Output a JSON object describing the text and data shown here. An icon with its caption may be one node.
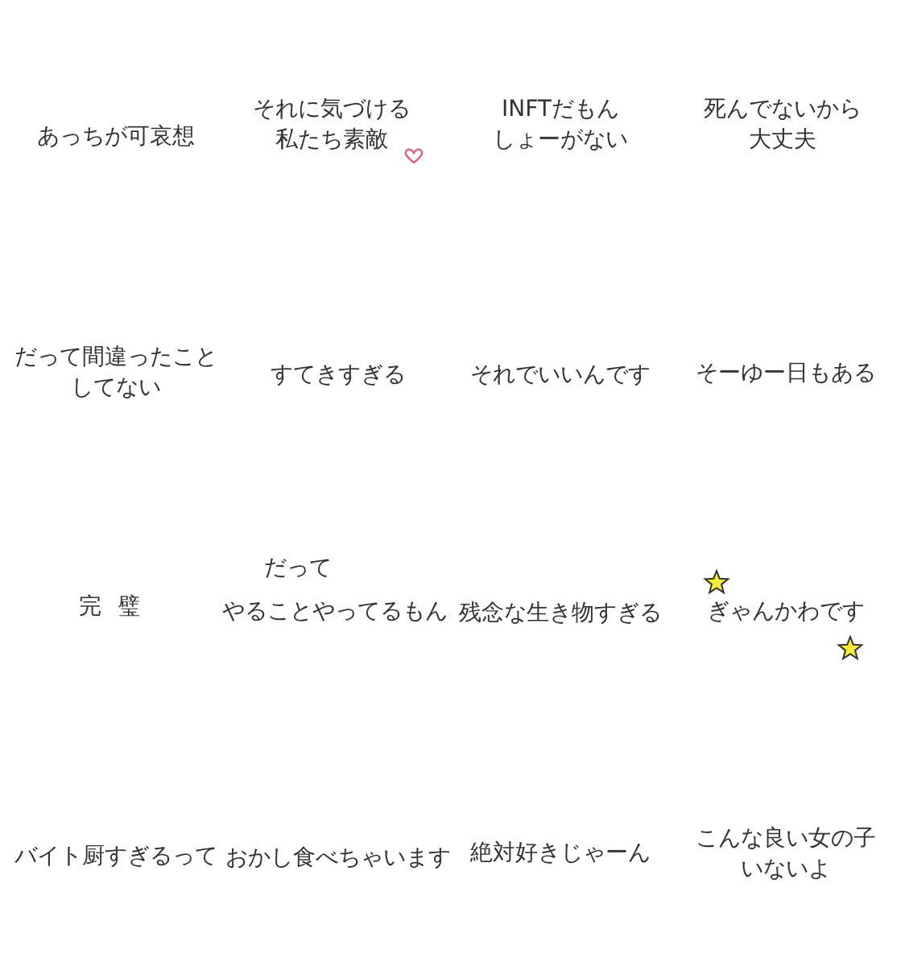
{
  "diagram": {
    "labels": [
      "あっちが可哀想",
      "それに気づける私たち素敵",
      "INFTだもんしょーがない",
      "死んでないから大丈夫",
      "だって間違ったことしてない",
      "すてきすぎる",
      "それでいいんです",
      "そーゆー日もある",
      "完璧",
      "だって",
      "やることやってるもん",
      "残念な生き物すぎる",
      "ぎゃんかわです",
      "バイト厨すぎるって",
      "おかし食べちゃいます",
      "絶対好きじゃーん",
      "こんな良い女の子いないよ"
    ]
  }
}
